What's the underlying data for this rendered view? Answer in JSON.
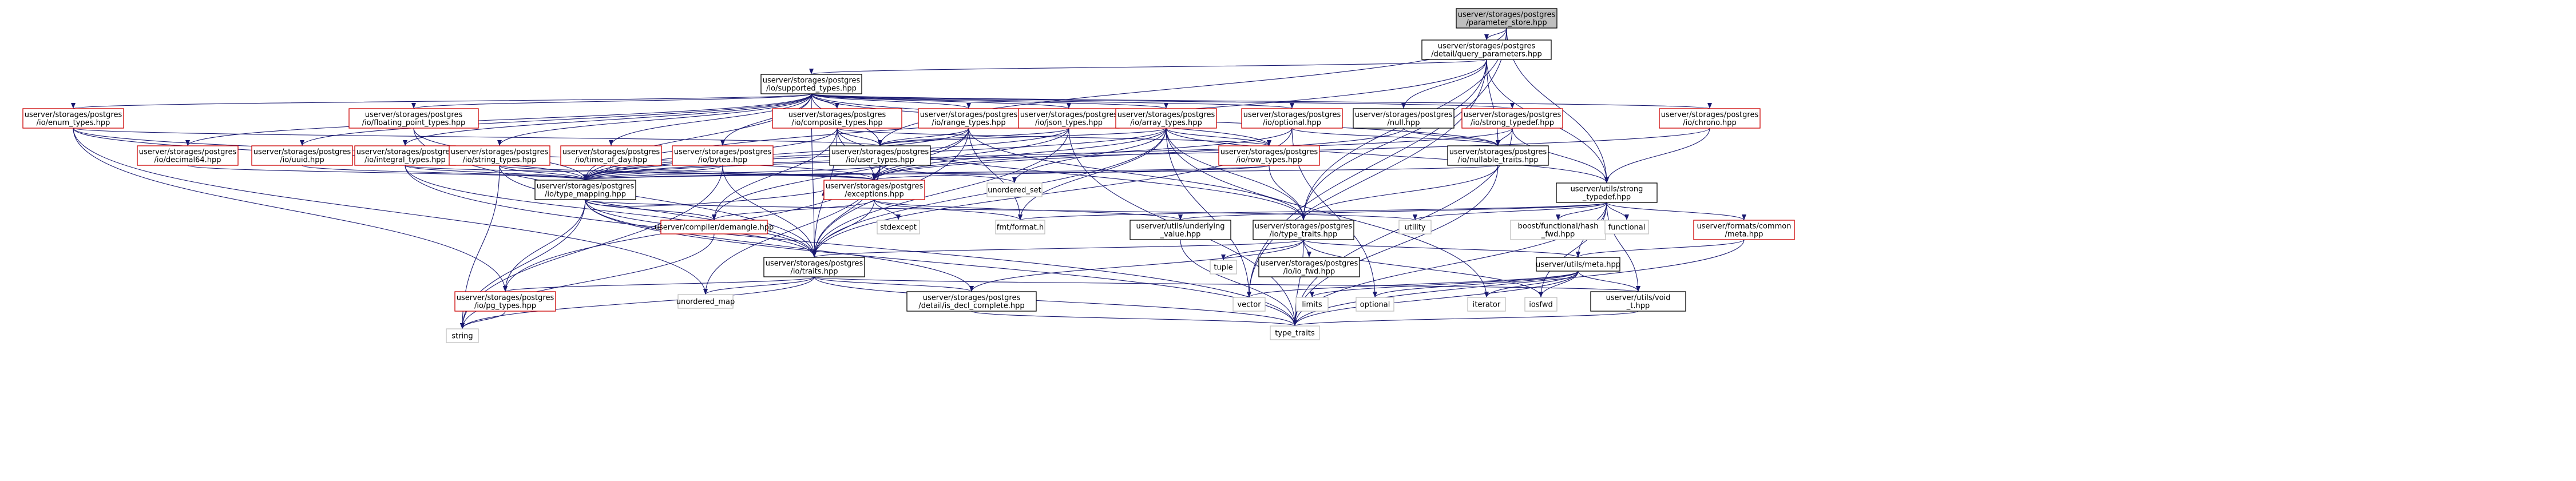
{
  "colors": {
    "red_border": "#cc0000",
    "black_border": "#000000",
    "gray_border": "#bfbfbf",
    "root_fill": "#bfbfbf",
    "node_fill": "#ffffff",
    "edge": "#191970"
  },
  "nodes": [
    {
      "id": "root",
      "lines": [
        "userver/storages/postgres",
        "/parameter_store.hpp"
      ],
      "style": "root"
    },
    {
      "id": "qparams",
      "lines": [
        "userver/storages/postgres",
        "/detail/query_parameters.hpp"
      ],
      "style": "black"
    },
    {
      "id": "supported",
      "lines": [
        "userver/storages/postgres",
        "/io/supported_types.hpp"
      ],
      "style": "black"
    },
    {
      "id": "enum_types",
      "lines": [
        "userver/storages/postgres",
        "/io/enum_types.hpp"
      ],
      "style": "red"
    },
    {
      "id": "decimal64",
      "lines": [
        "userver/storages/postgres",
        "/io/decimal64.hpp"
      ],
      "style": "red"
    },
    {
      "id": "uuid",
      "lines": [
        "userver/storages/postgres",
        "/io/uuid.hpp"
      ],
      "style": "red"
    },
    {
      "id": "floating",
      "lines": [
        "userver/storages/postgres",
        "/io/floating_point_types.hpp"
      ],
      "style": "red"
    },
    {
      "id": "integral",
      "lines": [
        "userver/storages/postgres",
        "/io/integral_types.hpp"
      ],
      "style": "red"
    },
    {
      "id": "string_types",
      "lines": [
        "userver/storages/postgres",
        "/io/string_types.hpp"
      ],
      "style": "red"
    },
    {
      "id": "time_of_day",
      "lines": [
        "userver/storages/postgres",
        "/io/time_of_day.hpp"
      ],
      "style": "red"
    },
    {
      "id": "composite",
      "lines": [
        "userver/storages/postgres",
        "/io/composite_types.hpp"
      ],
      "style": "red"
    },
    {
      "id": "bytea",
      "lines": [
        "userver/storages/postgres",
        "/io/bytea.hpp"
      ],
      "style": "red"
    },
    {
      "id": "range",
      "lines": [
        "userver/storages/postgres",
        "/io/range_types.hpp"
      ],
      "style": "red"
    },
    {
      "id": "json",
      "lines": [
        "userver/storages/postgres",
        "/io/json_types.hpp"
      ],
      "style": "red"
    },
    {
      "id": "array",
      "lines": [
        "userver/storages/postgres",
        "/io/array_types.hpp"
      ],
      "style": "red"
    },
    {
      "id": "optional_hpp",
      "lines": [
        "userver/storages/postgres",
        "/io/optional.hpp"
      ],
      "style": "red"
    },
    {
      "id": "null_hpp",
      "lines": [
        "userver/storages/postgres",
        "/null.hpp"
      ],
      "style": "black"
    },
    {
      "id": "strong_typedef",
      "lines": [
        "userver/storages/postgres",
        "/io/strong_typedef.hpp"
      ],
      "style": "red"
    },
    {
      "id": "chrono",
      "lines": [
        "userver/storages/postgres",
        "/io/chrono.hpp"
      ],
      "style": "red"
    },
    {
      "id": "user_types",
      "lines": [
        "userver/storages/postgres",
        "/io/user_types.hpp"
      ],
      "style": "black"
    },
    {
      "id": "row_types",
      "lines": [
        "userver/storages/postgres",
        "/io/row_types.hpp"
      ],
      "style": "red"
    },
    {
      "id": "nullable",
      "lines": [
        "userver/storages/postgres",
        "/io/nullable_traits.hpp"
      ],
      "style": "black"
    },
    {
      "id": "utils_strong",
      "lines": [
        "userver/utils/strong",
        "_typedef.hpp"
      ],
      "style": "black"
    },
    {
      "id": "unordered_set",
      "lines": [
        "unordered_set"
      ],
      "style": "gray"
    },
    {
      "id": "type_mapping",
      "lines": [
        "userver/storages/postgres",
        "/io/type_mapping.hpp"
      ],
      "style": "black"
    },
    {
      "id": "exceptions",
      "lines": [
        "userver/storages/postgres",
        "/exceptions.hpp"
      ],
      "style": "red"
    },
    {
      "id": "demangle",
      "lines": [
        "userver/compiler/demangle.hpp"
      ],
      "style": "red"
    },
    {
      "id": "stdexcept",
      "lines": [
        "stdexcept"
      ],
      "style": "gray"
    },
    {
      "id": "fmt_format",
      "lines": [
        "fmt/format.h"
      ],
      "style": "gray"
    },
    {
      "id": "underlying",
      "lines": [
        "userver/utils/underlying",
        "_value.hpp"
      ],
      "style": "black"
    },
    {
      "id": "type_traits_pg",
      "lines": [
        "userver/storages/postgres",
        "/io/type_traits.hpp"
      ],
      "style": "black"
    },
    {
      "id": "utility",
      "lines": [
        "utility"
      ],
      "style": "gray"
    },
    {
      "id": "hash_fwd",
      "lines": [
        "boost/functional/hash",
        "_fwd.hpp"
      ],
      "style": "gray"
    },
    {
      "id": "functional",
      "lines": [
        "functional"
      ],
      "style": "gray"
    },
    {
      "id": "formats_meta",
      "lines": [
        "userver/formats/common",
        "/meta.hpp"
      ],
      "style": "red"
    },
    {
      "id": "traits",
      "lines": [
        "userver/storages/postgres",
        "/io/traits.hpp"
      ],
      "style": "black"
    },
    {
      "id": "io_fwd",
      "lines": [
        "userver/storages/postgres",
        "/io/io_fwd.hpp"
      ],
      "style": "black"
    },
    {
      "id": "tuple",
      "lines": [
        "tuple"
      ],
      "style": "gray"
    },
    {
      "id": "utils_meta",
      "lines": [
        "userver/utils/meta.hpp"
      ],
      "style": "black"
    },
    {
      "id": "pg_types",
      "lines": [
        "userver/storages/postgres",
        "/io/pg_types.hpp"
      ],
      "style": "red"
    },
    {
      "id": "unordered_map",
      "lines": [
        "unordered_map"
      ],
      "style": "gray"
    },
    {
      "id": "decl_complete",
      "lines": [
        "userver/storages/postgres",
        "/detail/is_decl_complete.hpp"
      ],
      "style": "black"
    },
    {
      "id": "vector",
      "lines": [
        "vector"
      ],
      "style": "gray"
    },
    {
      "id": "limits",
      "lines": [
        "limits"
      ],
      "style": "gray"
    },
    {
      "id": "optional_std",
      "lines": [
        "optional"
      ],
      "style": "gray"
    },
    {
      "id": "iterator",
      "lines": [
        "iterator"
      ],
      "style": "gray"
    },
    {
      "id": "iosfwd",
      "lines": [
        "iosfwd"
      ],
      "style": "gray"
    },
    {
      "id": "void_t",
      "lines": [
        "userver/utils/void",
        "_t.hpp"
      ],
      "style": "black"
    },
    {
      "id": "string",
      "lines": [
        "string"
      ],
      "style": "gray"
    },
    {
      "id": "type_traits_std",
      "lines": [
        "type_traits"
      ],
      "style": "gray"
    }
  ],
  "edges": [
    [
      "root",
      "qparams"
    ],
    [
      "root",
      "user_types"
    ],
    [
      "root",
      "utils_strong"
    ],
    [
      "root",
      "type_traits_pg"
    ],
    [
      "root",
      "vector"
    ],
    [
      "qparams",
      "supported"
    ],
    [
      "qparams",
      "null_hpp"
    ],
    [
      "qparams",
      "nullable"
    ],
    [
      "qparams",
      "type_mapping"
    ],
    [
      "qparams",
      "type_traits_pg"
    ],
    [
      "qparams",
      "utils_strong"
    ],
    [
      "qparams",
      "vector"
    ],
    [
      "supported",
      "enum_types"
    ],
    [
      "supported",
      "decimal64"
    ],
    [
      "supported",
      "uuid"
    ],
    [
      "supported",
      "floating"
    ],
    [
      "supported",
      "integral"
    ],
    [
      "supported",
      "string_types"
    ],
    [
      "supported",
      "time_of_day"
    ],
    [
      "supported",
      "composite"
    ],
    [
      "supported",
      "bytea"
    ],
    [
      "supported",
      "range"
    ],
    [
      "supported",
      "json"
    ],
    [
      "supported",
      "array"
    ],
    [
      "supported",
      "optional_hpp"
    ],
    [
      "supported",
      "strong_typedef"
    ],
    [
      "supported",
      "chrono"
    ],
    [
      "supported",
      "user_types"
    ],
    [
      "supported",
      "row_types"
    ],
    [
      "supported",
      "nullable"
    ],
    [
      "supported",
      "type_mapping"
    ],
    [
      "supported",
      "traits"
    ],
    [
      "enum_types",
      "type_mapping"
    ],
    [
      "enum_types",
      "user_types"
    ],
    [
      "enum_types",
      "pg_types"
    ],
    [
      "enum_types",
      "unordered_map"
    ],
    [
      "enum_types",
      "exceptions"
    ],
    [
      "decimal64",
      "type_mapping"
    ],
    [
      "uuid",
      "type_mapping"
    ],
    [
      "floating",
      "type_mapping"
    ],
    [
      "floating",
      "traits"
    ],
    [
      "integral",
      "type_mapping"
    ],
    [
      "integral",
      "traits"
    ],
    [
      "integral",
      "exceptions"
    ],
    [
      "integral",
      "type_traits_std"
    ],
    [
      "string_types",
      "type_mapping"
    ],
    [
      "string_types",
      "traits"
    ],
    [
      "string_types",
      "exceptions"
    ],
    [
      "string_types",
      "string"
    ],
    [
      "time_of_day",
      "type_mapping"
    ],
    [
      "time_of_day",
      "exceptions"
    ],
    [
      "composite",
      "type_mapping"
    ],
    [
      "composite",
      "user_types"
    ],
    [
      "composite",
      "row_types"
    ],
    [
      "composite",
      "exceptions"
    ],
    [
      "composite",
      "traits"
    ],
    [
      "composite",
      "demangle"
    ],
    [
      "composite",
      "type_traits_pg"
    ],
    [
      "bytea",
      "type_mapping"
    ],
    [
      "bytea",
      "traits"
    ],
    [
      "bytea",
      "string"
    ],
    [
      "range",
      "type_mapping"
    ],
    [
      "range",
      "user_types"
    ],
    [
      "range",
      "exceptions"
    ],
    [
      "range",
      "traits"
    ],
    [
      "range",
      "fmt_format"
    ],
    [
      "range",
      "type_traits_pg"
    ],
    [
      "range",
      "demangle"
    ],
    [
      "json",
      "type_mapping"
    ],
    [
      "json",
      "user_types"
    ],
    [
      "json",
      "exceptions"
    ],
    [
      "json",
      "traits"
    ],
    [
      "json",
      "type_traits_std"
    ],
    [
      "array",
      "type_mapping"
    ],
    [
      "array",
      "user_types"
    ],
    [
      "array",
      "exceptions"
    ],
    [
      "array",
      "traits"
    ],
    [
      "array",
      "type_traits_pg"
    ],
    [
      "array",
      "row_types"
    ],
    [
      "array",
      "unordered_set"
    ],
    [
      "array",
      "vector"
    ],
    [
      "array",
      "iterator"
    ],
    [
      "array",
      "fmt_format"
    ],
    [
      "array",
      "utils_strong"
    ],
    [
      "optional_hpp",
      "exceptions"
    ],
    [
      "optional_hpp",
      "traits"
    ],
    [
      "optional_hpp",
      "optional_std"
    ],
    [
      "optional_hpp",
      "nullable"
    ],
    [
      "null_hpp",
      "nullable"
    ],
    [
      "null_hpp",
      "exceptions"
    ],
    [
      "strong_typedef",
      "nullable"
    ],
    [
      "strong_typedef",
      "type_mapping"
    ],
    [
      "strong_typedef",
      "utils_strong"
    ],
    [
      "strong_typedef",
      "type_traits_std"
    ],
    [
      "chrono",
      "type_mapping"
    ],
    [
      "chrono",
      "utils_strong"
    ],
    [
      "user_types",
      "type_mapping"
    ],
    [
      "user_types",
      "exceptions"
    ],
    [
      "user_types",
      "traits"
    ],
    [
      "user_types",
      "unordered_map"
    ],
    [
      "user_types",
      "unordered_set"
    ],
    [
      "user_types",
      "pg_types"
    ],
    [
      "row_types",
      "type_traits_pg"
    ],
    [
      "row_types",
      "exceptions"
    ],
    [
      "row_types",
      "type_mapping"
    ],
    [
      "nullable",
      "type_traits_pg"
    ],
    [
      "nullable",
      "type_mapping"
    ],
    [
      "nullable",
      "type_traits_std"
    ],
    [
      "utils_strong",
      "underlying"
    ],
    [
      "utils_strong",
      "utility"
    ],
    [
      "utils_strong",
      "hash_fwd"
    ],
    [
      "utils_strong",
      "functional"
    ],
    [
      "utils_strong",
      "formats_meta"
    ],
    [
      "utils_strong",
      "utils_meta"
    ],
    [
      "utils_strong",
      "void_t"
    ],
    [
      "utils_strong",
      "fmt_format"
    ],
    [
      "utils_strong",
      "type_traits_std"
    ],
    [
      "utils_strong",
      "iosfwd"
    ],
    [
      "type_mapping",
      "exceptions"
    ],
    [
      "type_mapping",
      "demangle"
    ],
    [
      "type_mapping",
      "traits"
    ],
    [
      "type_mapping",
      "pg_types"
    ],
    [
      "type_mapping",
      "utility"
    ],
    [
      "type_mapping",
      "string"
    ],
    [
      "type_mapping",
      "decl_complete"
    ],
    [
      "type_mapping",
      "type_traits_std"
    ],
    [
      "exceptions",
      "stdexcept"
    ],
    [
      "exceptions",
      "fmt_format"
    ],
    [
      "exceptions",
      "demangle"
    ],
    [
      "exceptions",
      "traits"
    ],
    [
      "exceptions",
      "underlying"
    ],
    [
      "demangle",
      "string"
    ],
    [
      "underlying",
      "type_traits_std"
    ],
    [
      "type_traits_pg",
      "traits"
    ],
    [
      "type_traits_pg",
      "io_fwd"
    ],
    [
      "type_traits_pg",
      "tuple"
    ],
    [
      "type_traits_pg",
      "utils_meta"
    ],
    [
      "type_traits_pg",
      "decl_complete"
    ],
    [
      "type_traits_pg",
      "type_traits_std"
    ],
    [
      "type_traits_pg",
      "iosfwd"
    ],
    [
      "formats_meta",
      "utils_meta"
    ],
    [
      "formats_meta",
      "type_traits_std"
    ],
    [
      "traits",
      "decl_complete"
    ],
    [
      "traits",
      "pg_types"
    ],
    [
      "traits",
      "unordered_map"
    ],
    [
      "traits",
      "string"
    ],
    [
      "traits",
      "type_traits_std"
    ],
    [
      "traits",
      "void_t"
    ],
    [
      "utils_meta",
      "iterator"
    ],
    [
      "utils_meta",
      "vector"
    ],
    [
      "utils_meta",
      "limits"
    ],
    [
      "utils_meta",
      "optional_std"
    ],
    [
      "utils_meta",
      "iosfwd"
    ],
    [
      "utils_meta",
      "void_t"
    ],
    [
      "utils_meta",
      "type_traits_std"
    ],
    [
      "pg_types",
      "string"
    ],
    [
      "decl_complete",
      "type_traits_std"
    ],
    [
      "void_t",
      "type_traits_std"
    ]
  ]
}
